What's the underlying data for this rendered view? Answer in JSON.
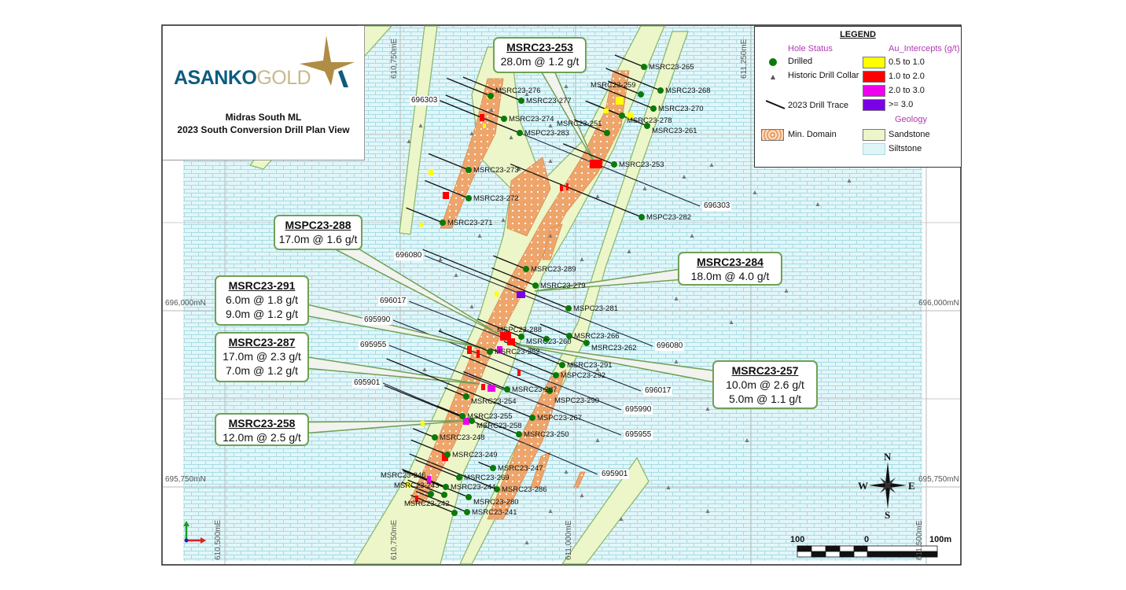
{
  "logo": {
    "text_primary": "ASANKO",
    "text_secondary": "GOLD"
  },
  "title": {
    "line1": "Midras South ML",
    "line2": "2023 South Conversion Drill Plan View"
  },
  "legend": {
    "heading": "LEGEND",
    "hole_status_heading": "Hole Status",
    "drilled": "Drilled",
    "historic": "Historic Drill Collar",
    "trace": "2023 Drill Trace",
    "min_domain": "Min. Domain",
    "au_heading": "Au_Intercepts (g/t)",
    "au_items": [
      {
        "label": "0.5 to 1.0",
        "color": "#ffff00"
      },
      {
        "label": "1.0 to 2.0",
        "color": "#ff0000"
      },
      {
        "label": "2.0 to 3.0",
        "color": "#ee00ee"
      },
      {
        "label": ">= 3.0",
        "color": "#7a00e6"
      }
    ],
    "geology_heading": "Geology",
    "sandstone": "Sandstone",
    "siltstone": "Siltstone"
  },
  "colors": {
    "drilled": "#0a7a0a",
    "sandstone": "#ecf6c9",
    "sandstone_border": "#86b56b",
    "siltstone": "#dff5f8",
    "min_domain": "#eea56b",
    "callout_border": "#6fa154"
  },
  "grid": {
    "northings": [
      "696,000mN",
      "695,750mN"
    ],
    "eastings": [
      "610,500mE",
      "610,750mE",
      "611,000mE",
      "611,250mE",
      "611,500mE"
    ]
  },
  "sections": [
    "696303",
    "696080",
    "696017",
    "695990",
    "695955",
    "695901"
  ],
  "holes": [
    "MSRC23-265",
    "MSRC23-268",
    "MSRC23-259",
    "MSRC23-270",
    "MSRC23-278",
    "MSRC23-261",
    "MSRC23-251",
    "MSRC23-253",
    "MSPC23-282",
    "MSRC23-277",
    "MSRC23-276",
    "MSRC23-274",
    "MSPC23-283",
    "MSRC23-273",
    "MSRC23-272",
    "MSRC23-271",
    "MSRC23-289",
    "MSRC23-279",
    "MSPC23-281",
    "MSRC23-266",
    "MSRC23-262",
    "MSPC23-288",
    "MSRC23-260",
    "MSRC23-252",
    "MSRC23-291",
    "MSPC23-292",
    "MSRC23-287",
    "MSPC23-290",
    "MSRC23-254",
    "MSRC23-255",
    "MSRC23-258",
    "MSPC23-267",
    "MSRC23-250",
    "MSRC23-248",
    "MSRC23-249",
    "MSRC23-247",
    "MSRC23-269",
    "MSRC23-286",
    "MSRC23-244",
    "MSRC23-280",
    "MSRC23-243",
    "MSRC23-241",
    "MSRC23-242",
    "MSRC23-246"
  ],
  "callouts": [
    {
      "hole": "MSRC23-253",
      "lines": [
        "28.0m @ 1.2 g/t"
      ]
    },
    {
      "hole": "MSPC23-288",
      "lines": [
        "17.0m @ 1.6 g/t"
      ]
    },
    {
      "hole": "MSRC23-284",
      "lines": [
        "18.0m @ 4.0 g/t"
      ]
    },
    {
      "hole": "MSRC23-291",
      "lines": [
        "6.0m @ 1.8 g/t",
        "9.0m @ 1.2 g/t"
      ]
    },
    {
      "hole": "MSRC23-287",
      "lines": [
        "17.0m @ 2.3 g/t",
        "7.0m @ 1.2 g/t"
      ]
    },
    {
      "hole": "MSRC23-257",
      "lines": [
        "10.0m @ 2.6 g/t",
        "5.0m @ 1.1 g/t"
      ]
    },
    {
      "hole": "MSRC23-258",
      "lines": [
        "12.0m @ 2.5 g/t"
      ]
    }
  ],
  "compass": {
    "n": "N",
    "s": "S",
    "e": "E",
    "w": "W"
  },
  "scale_bar": {
    "left": "100",
    "mid": "0",
    "right": "100m"
  }
}
